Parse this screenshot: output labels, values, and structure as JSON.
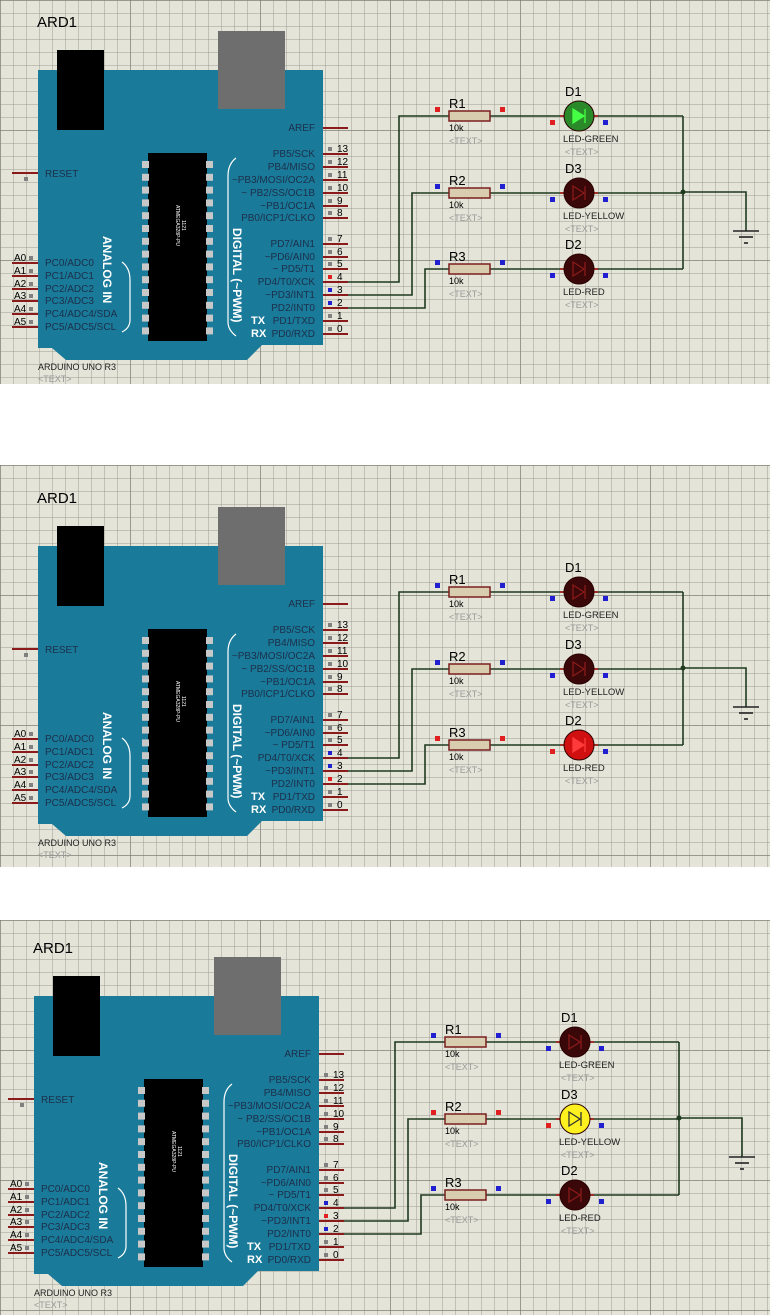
{
  "board": {
    "ref": "ARD1",
    "name": "ARDUINO UNO R3",
    "text": "<TEXT>",
    "chip": "ATMEGA328P-PU",
    "chip_sub": "1121",
    "analog_label": "ANALOG IN",
    "digital_label": "DIGITAL (~PWM)",
    "reset": "RESET",
    "aref": "AREF",
    "tx": "TX",
    "rx": "RX",
    "analog_pins": [
      {
        "pin": "A0",
        "label": "PC0/ADC0"
      },
      {
        "pin": "A1",
        "label": "PC1/ADC1"
      },
      {
        "pin": "A2",
        "label": "PC2/ADC2"
      },
      {
        "pin": "A3",
        "label": "PC3/ADC3"
      },
      {
        "pin": "A4",
        "label": "PC4/ADC4/SDA"
      },
      {
        "pin": "A5",
        "label": "PC5/ADC5/SCL"
      }
    ],
    "digital_pins": [
      {
        "num": "13",
        "label": "PB5/SCK"
      },
      {
        "num": "12",
        "label": "PB4/MISO"
      },
      {
        "num": "11",
        "label": "~PB3/MOSI/OC2A"
      },
      {
        "num": "10",
        "label": "~ PB2/SS/OC1B"
      },
      {
        "num": "9",
        "label": "~PB1/OC1A"
      },
      {
        "num": "8",
        "label": "PB0/ICP1/CLKO"
      },
      {
        "num": "7",
        "label": "PD7/AIN1"
      },
      {
        "num": "6",
        "label": "~PD6/AIN0"
      },
      {
        "num": "5",
        "label": "~  PD5/T1"
      },
      {
        "num": "4",
        "label": "PD4/T0/XCK"
      },
      {
        "num": "3",
        "label": "~PD3/INT1"
      },
      {
        "num": "2",
        "label": "PD2/INT0"
      },
      {
        "num": "1",
        "label": "PD1/TXD"
      },
      {
        "num": "0",
        "label": "PD0/RXD"
      }
    ]
  },
  "resistors": [
    {
      "ref": "R1",
      "value": "10k",
      "text": "<TEXT>",
      "pin": "4"
    },
    {
      "ref": "R2",
      "value": "10k",
      "text": "<TEXT>",
      "pin": "3"
    },
    {
      "ref": "R3",
      "value": "10k",
      "text": "<TEXT>",
      "pin": "2"
    }
  ],
  "leds": [
    {
      "ref": "D1",
      "type": "LED-GREEN",
      "text": "<TEXT>",
      "color": "green"
    },
    {
      "ref": "D3",
      "type": "LED-YELLOW",
      "text": "<TEXT>",
      "color": "yellow"
    },
    {
      "ref": "D2",
      "type": "LED-RED",
      "text": "<TEXT>",
      "color": "red"
    }
  ],
  "panels": [
    {
      "lit_led": "D1",
      "high_pin": "4"
    },
    {
      "lit_led": "D2",
      "high_pin": "2"
    },
    {
      "lit_led": "D3",
      "high_pin": "3"
    }
  ],
  "colors": {
    "board": "#1a7a99",
    "wire": "#1f3a1f",
    "pin_line": "#8b1a1a",
    "logic_high": "#e02020",
    "logic_low": "#2020d0",
    "pin_idle": "#808080",
    "led_off": "#3a0808",
    "led_green": "#2a8a2a",
    "led_green_glow": "#44ff44",
    "led_red": "#d01010",
    "led_red_glow": "#ff3a3a",
    "led_yellow": "#fff020"
  }
}
